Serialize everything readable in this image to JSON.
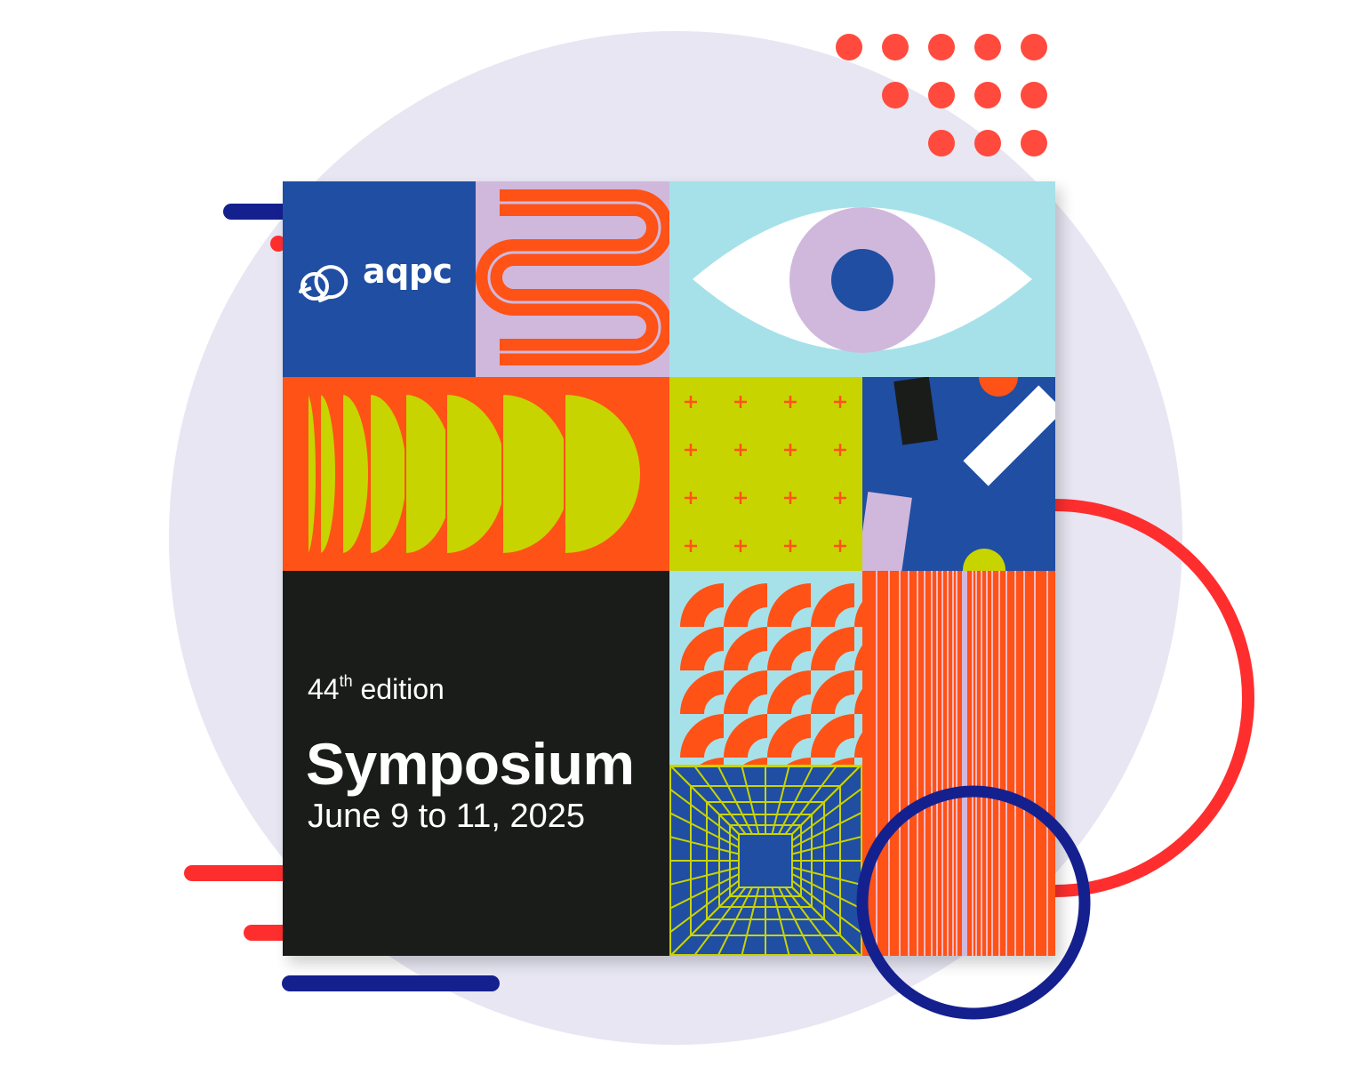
{
  "colors": {
    "background_circle": "#E7E6F2",
    "royal_blue": "#1F4EA3",
    "orange": "#FF5217",
    "lilac": "#D0B8DC",
    "sky": "#A6E1E9",
    "lime": "#C8D400",
    "black": "#1A1C1A",
    "red": "#FF2E2E",
    "navy": "#15208F",
    "white": "#FFFFFF"
  },
  "logo": {
    "icon": "speech-bubbles-icon",
    "text": "aqpc"
  },
  "poster": {
    "edition_number": "44",
    "edition_suffix": "th",
    "edition_word": "edition",
    "title": "Symposium",
    "dates": "June 9 to 11, 2025"
  }
}
